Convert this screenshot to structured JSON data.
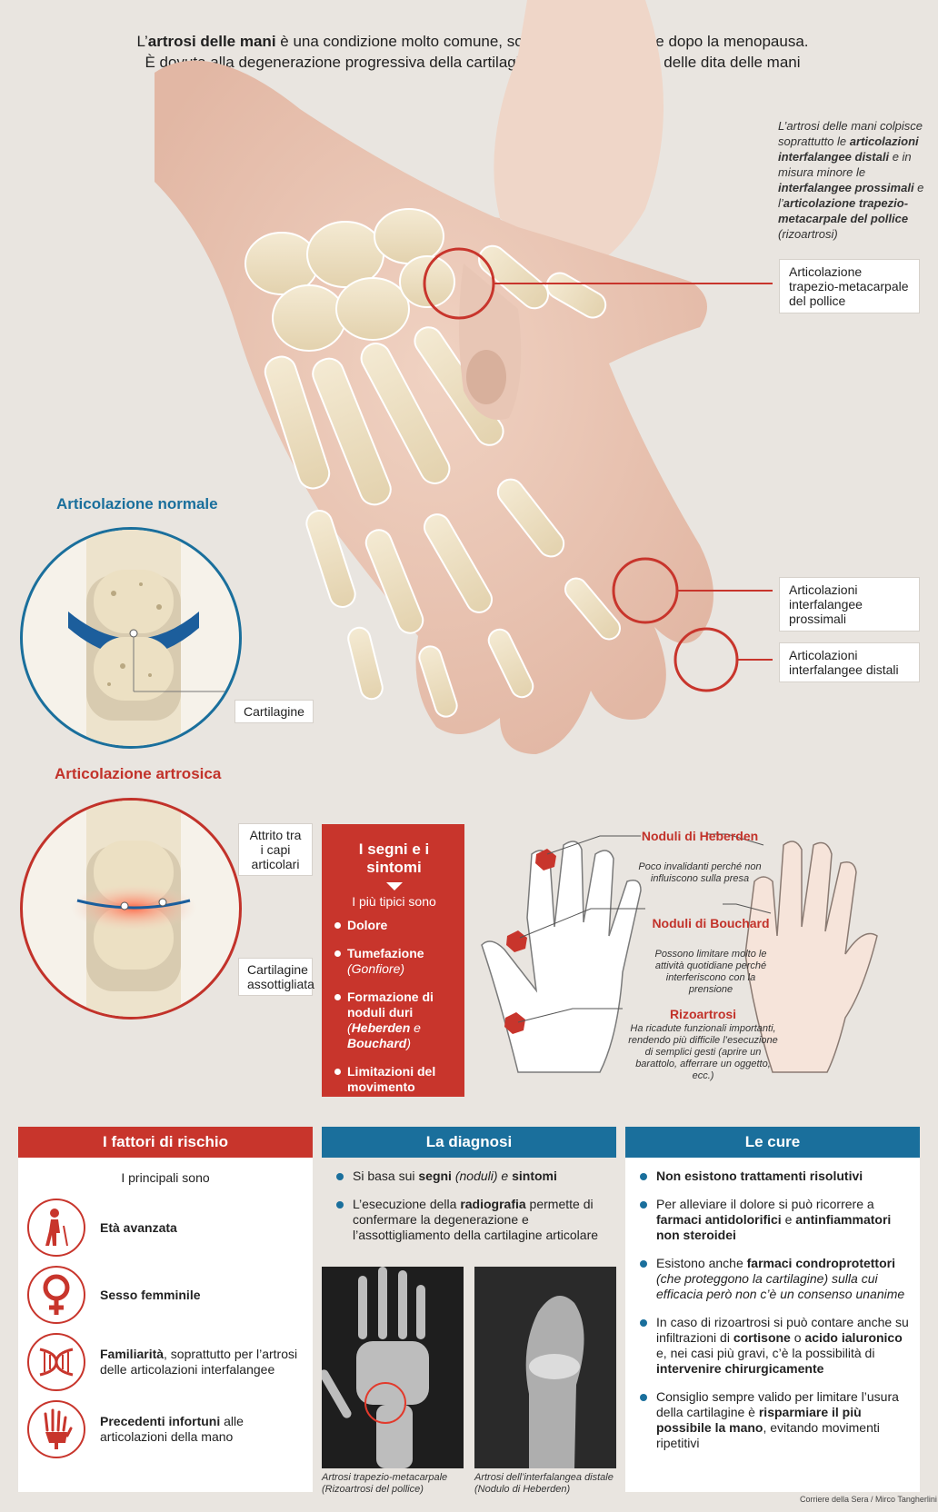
{
  "header": {
    "line1_pre": "L’",
    "line1_bold": "artrosi delle mani",
    "line1_post": " è una condizione molto comune, soprattutto nelle donne dopo la menopausa.",
    "line2": "È dovuta alla degenerazione progressiva della cartilagine delle articolazioni delle dita delle mani"
  },
  "desc": {
    "p1": "L’artrosi delle mani colpisce soprattutto le ",
    "b1": "articolazioni interfalangee distali",
    "p2": " e in misura minore le ",
    "b2": "interfalangee prossimali",
    "p3": " e l’",
    "b3": "articolazione trapezio-metacarpale del pollice",
    "p4": " (rizoartrosi)"
  },
  "callouts": {
    "tm": "Articolazione trapezio-metacarpale del pollice",
    "prox": "Articolazioni interfalangee prossimali",
    "dist": "Articolazioni interfalangee distali"
  },
  "joints": {
    "normal_title": "Articolazione normale",
    "artro_title": "Articolazione artrosica",
    "cartilage": "Cartilagine",
    "attrito": "Attrito tra i capi articolari",
    "cart_assot": "Cartilagine assottigliata"
  },
  "signs": {
    "title": "I segni e i sintomi",
    "sub": "I più tipici sono",
    "items": {
      "a": "Dolore",
      "b": "Tumefazione",
      "b_i": "(Gonfiore)",
      "c": "Formazione di noduli duri ",
      "c_i1": "(",
      "c_b1": "Heberden",
      "c_i2": " e ",
      "c_b2": "Bouchard",
      "c_i3": ")",
      "d": "Limitazioni del movimento"
    }
  },
  "nodes": {
    "heb_title": "Noduli di Heberden",
    "heb_desc": "Poco invalidanti perché non influiscono sulla presa",
    "bou_title": "Noduli di Bouchard",
    "bou_desc": "Possono limitare molto le attività quotidiane perché interferiscono con la prensione",
    "riz_title": "Rizoartrosi",
    "riz_desc": "Ha ricadute funzionali importanti, rendendo più difficile l’esecuzione di semplici gesti (aprire un barattolo, afferrare un oggetto, ecc.)"
  },
  "risk": {
    "head": "I fattori di rischio",
    "sub": "I principali sono",
    "r1": "Età avanzata",
    "r2": "Sesso femminile",
    "r3_b": "Familiarità",
    "r3": ", soprattutto per l’artrosi delle articolazioni interfalangee",
    "r4_b": "Precedenti infortuni",
    "r4": " alle articolazioni della mano"
  },
  "diag": {
    "head": "La diagnosi",
    "l1_a": "Si basa sui ",
    "l1_b": "segni",
    "l1_c": " (noduli) e ",
    "l1_d": "sintomi",
    "l2_a": "L’esecuzione della ",
    "l2_b": "radiografia",
    "l2_c": " permette di confermare la degenerazione e l’assottigliamento della cartilagine articolare",
    "cap1": "Artrosi trapezio-metacarpale (Rizoartrosi del pollice)",
    "cap2": "Artrosi dell’interfalangea distale (Nodulo di Heberden)"
  },
  "cure": {
    "head": "Le cure",
    "c1": "Non esistono trattamenti risolutivi",
    "c2_a": "Per alleviare il dolore si può ricorrere a ",
    "c2_b": "farmaci antidolorifici",
    "c2_c": " e ",
    "c2_d": "antinfiammatori non steroidei",
    "c3_a": "Esistono anche ",
    "c3_b": "farmaci condroprotettori",
    "c3_c": " (che proteggono la cartilagine) sulla cui efficacia però non c’è un consenso unanime",
    "c4_a": "In caso di rizoartrosi si può contare anche su infiltrazioni di ",
    "c4_b": "cortisone",
    "c4_c": " o ",
    "c4_d": "acido ialuronico",
    "c4_e": " e, nei casi più gravi, c’è la possibilità di ",
    "c4_f": "intervenire chirurgicamente",
    "c5_a": "Consiglio sempre valido per limitare l’usura della cartilagine è ",
    "c5_b": "risparmiare il più possibile la mano",
    "c5_c": ", evitando movimenti ripetitivi"
  },
  "credit": "Corriere della Sera / Mirco Tangherlini",
  "colors": {
    "red": "#c8352c",
    "blue": "#1a6f9c"
  }
}
